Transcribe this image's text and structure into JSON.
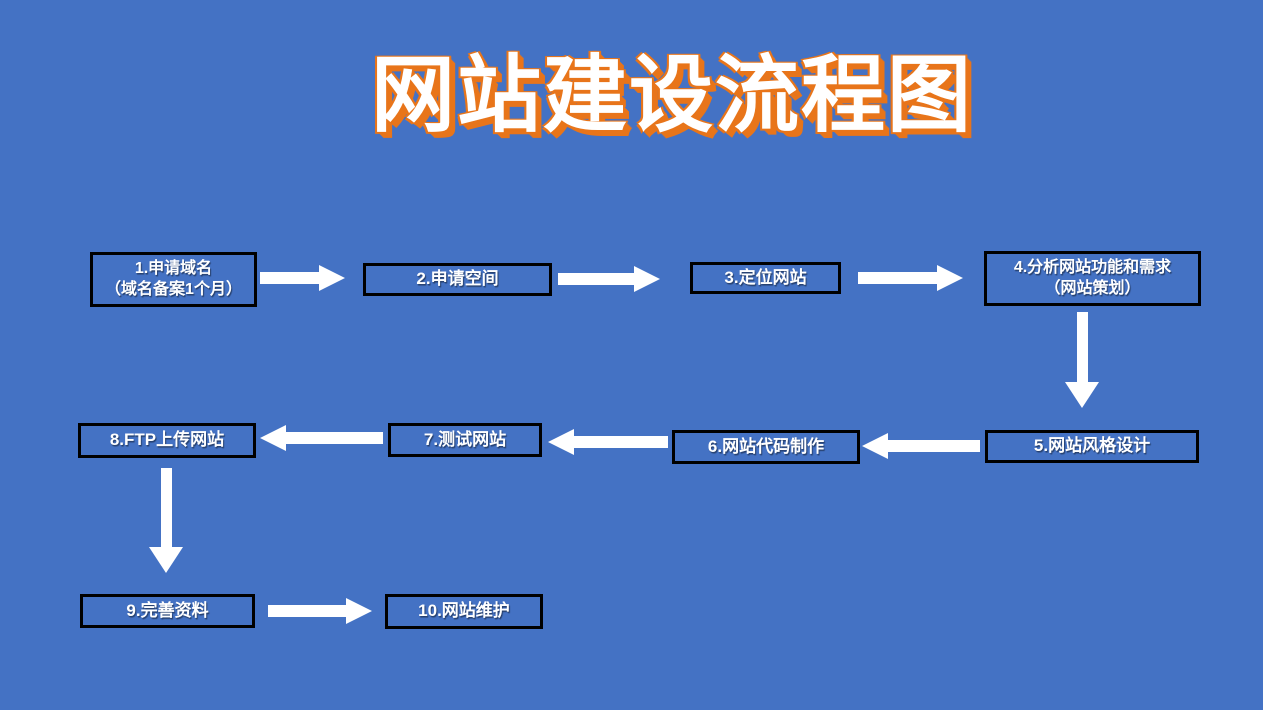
{
  "colors": {
    "background": "#4472C4",
    "box_border": "#000000",
    "box_text": "#FFFFFF",
    "title_fill": "#FFFFFF",
    "title_shadow": "#E8751A",
    "arrow": "#FFFFFF"
  },
  "title": {
    "text": "网站建设流程图"
  },
  "steps": [
    {
      "line1": "1.申请域名",
      "line2": "（域名备案1个月）"
    },
    {
      "line1": "2.申请空间"
    },
    {
      "line1": "3.定位网站"
    },
    {
      "line1": "4.分析网站功能和需求",
      "line2": "（网站策划）"
    },
    {
      "line1": "5.网站风格设计"
    },
    {
      "line1": "6.网站代码制作"
    },
    {
      "line1": "7.测试网站"
    },
    {
      "line1": "8.FTP上传网站"
    },
    {
      "line1": "9.完善资料"
    },
    {
      "line1": "10.网站维护"
    }
  ]
}
